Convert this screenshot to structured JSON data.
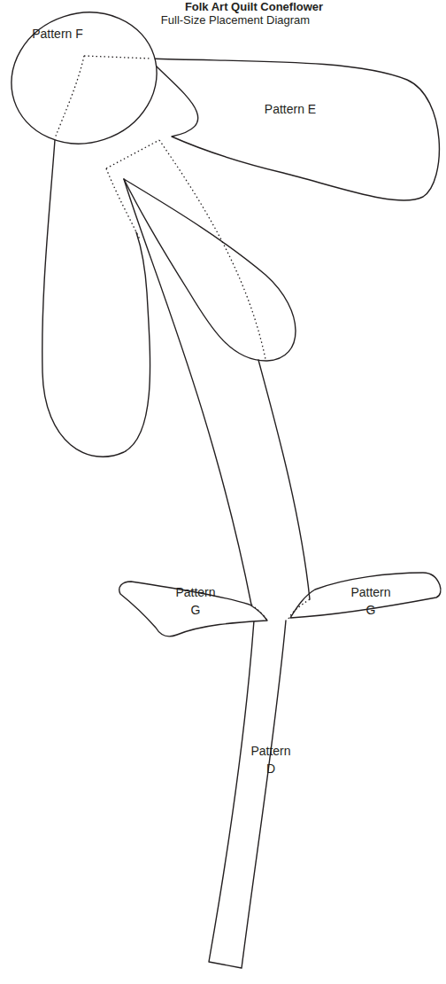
{
  "diagram": {
    "title": "Folk Art Quilt Coneflower",
    "nodes": [
      {
        "text": [
          "Pattern F"
        ]
      },
      {
        "text": [
          "Pattern E"
        ]
      },
      {
        "text": [
          "Pattern G"
        ]
      },
      {
        "text": [
          "Pattern G"
        ]
      },
      {
        "text": [
          "Pattern D"
        ]
      }
    ],
    "labels": [
      "Full-Size Placement Diagram"
    ]
  }
}
